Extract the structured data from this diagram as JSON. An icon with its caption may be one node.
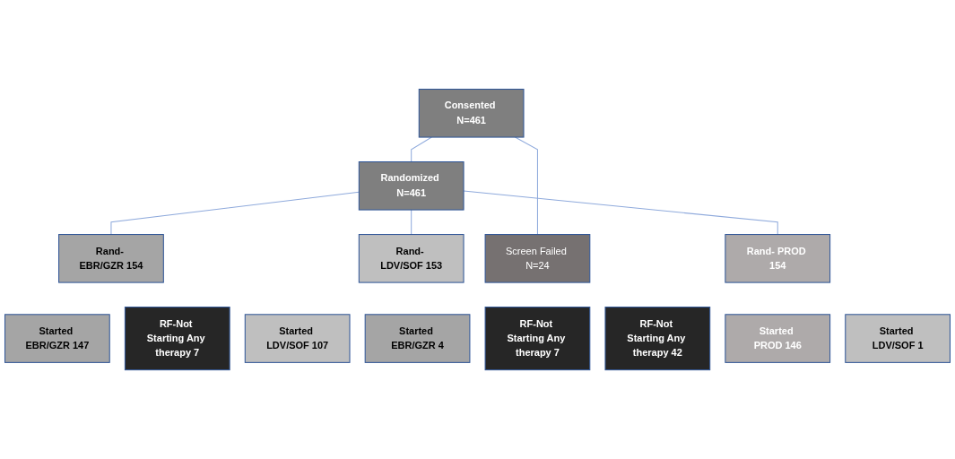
{
  "diagram": {
    "nodes": [
      {
        "text": [
          "Consented N=461"
        ]
      },
      {
        "text": [
          "Screen Failed N=24"
        ]
      },
      {
        "text": [
          "Randomized N=461"
        ]
      },
      {
        "text": [
          "Rand- EBR/GZR 154"
        ]
      },
      {
        "text": [
          "Rand- LDV/SOF 153"
        ]
      },
      {
        "text": [
          "Rand- PROD 154"
        ]
      },
      {
        "text": [
          "Started EBR/GZR 147"
        ]
      },
      {
        "text": [
          "RF-Not Starting Any therapy 7"
        ]
      },
      {
        "text": [
          "Started LDV/SOF 107"
        ]
      },
      {
        "text": [
          "Started EBR/GZR 4"
        ]
      },
      {
        "text": [
          "RF-Not Starting Any therapy 42"
        ]
      },
      {
        "text": [
          "Started PROD 146"
        ]
      },
      {
        "text": [
          "Started LDV/SOF 1"
        ]
      },
      {
        "text": [
          "RF-Not Starting Any therapy 7"
        ]
      }
    ],
    "edges": [
      {
        "from": 0,
        "to": 1,
        "arrow": "none"
      },
      {
        "from": 0,
        "to": 2,
        "arrow": "none"
      },
      {
        "from": 2,
        "to": 3,
        "arrow": "none"
      },
      {
        "from": 2,
        "to": 4,
        "arrow": "none"
      },
      {
        "from": 2,
        "to": 5,
        "arrow": "none"
      }
    ]
  }
}
